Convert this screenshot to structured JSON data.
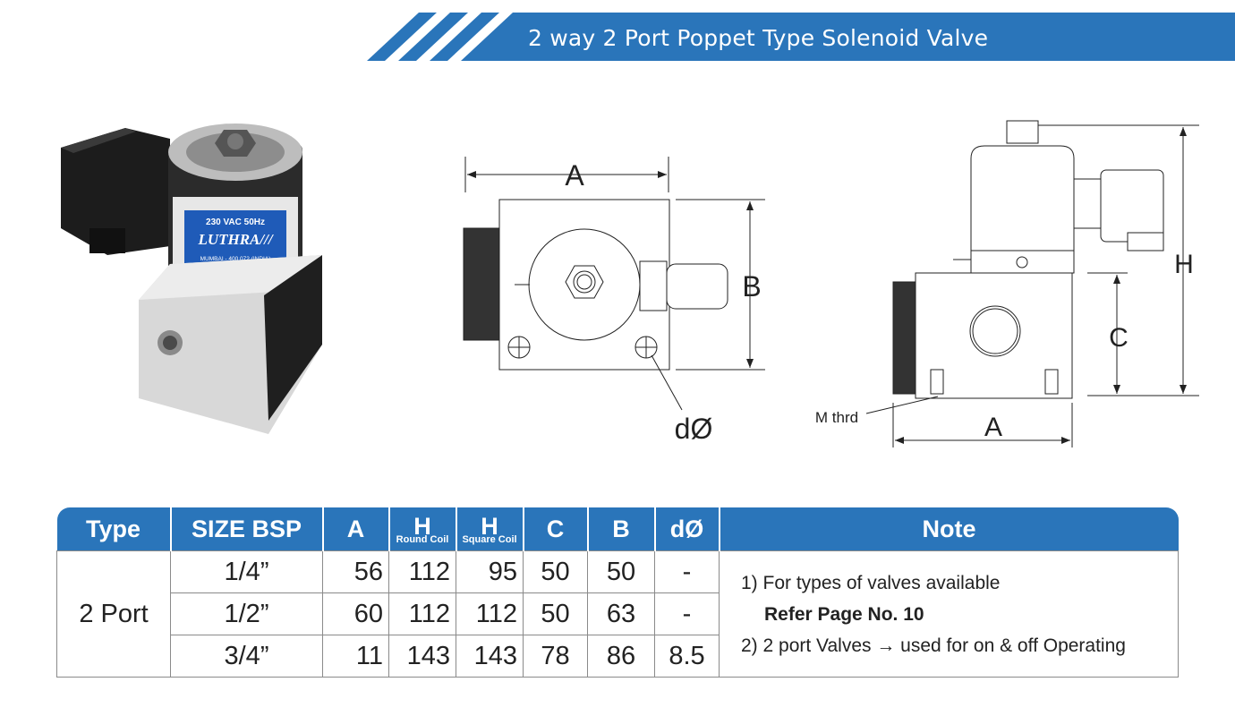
{
  "header": {
    "title": "2 way 2 Port Poppet Type Solenoid Valve"
  },
  "photo": {
    "coil_voltage": "230 VAC 50Hz",
    "brand": "LUTHRA///",
    "address": "MUMBAI - 400 072 (INDIA)"
  },
  "top_view": {
    "dim_a": "A",
    "dim_b": "B",
    "dim_hole": "dØ"
  },
  "side_view": {
    "dim_h": "H",
    "dim_c": "C",
    "dim_a": "A",
    "thread_label": "M thrd"
  },
  "table": {
    "headers": {
      "type": "Type",
      "size": "SIZE BSP",
      "a": "A",
      "h_round": "H",
      "h_round_sub": "Round Coil",
      "h_square": "H",
      "h_square_sub": "Square Coil",
      "c": "C",
      "b": "B",
      "d": "dØ",
      "note": "Note"
    },
    "type_value": "2 Port",
    "rows": [
      {
        "size": "1/4”",
        "a": "56",
        "h_round": "112",
        "h_square": "95",
        "c": "50",
        "b": "50",
        "d": "-"
      },
      {
        "size": "1/2”",
        "a": "60",
        "h_round": "112",
        "h_square": "112",
        "c": "50",
        "b": "63",
        "d": "-"
      },
      {
        "size": "3/4”",
        "a": "11",
        "h_round": "143",
        "h_square": "143",
        "c": "78",
        "b": "86",
        "d": "8.5"
      }
    ],
    "notes": {
      "line1": "1) For types of valves available",
      "line2": "Refer Page No. 10",
      "line3": "2) 2 port Valves → used for on & off Operating"
    }
  },
  "colors": {
    "accent": "#2a75ba"
  }
}
